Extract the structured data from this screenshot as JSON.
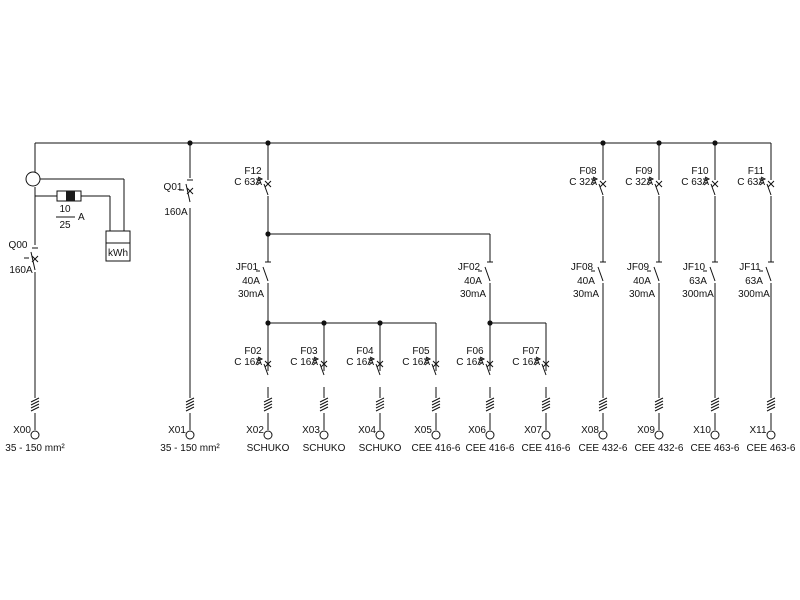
{
  "meter": {
    "fuse_top": "10",
    "fuse_bottom": "25",
    "fuse_unit": "A",
    "label": "kWh",
    "colors": {
      "fuse_body": "#1a1a1a"
    }
  },
  "breakers": [
    {
      "name": "Q00",
      "rating": "160A"
    },
    {
      "name": "Q01",
      "rating": "160A"
    }
  ],
  "rcds": [
    {
      "name": "JF01",
      "current": "40A",
      "sensitivity": "30mA"
    },
    {
      "name": "JF02",
      "current": "40A",
      "sensitivity": "30mA"
    },
    {
      "name": "JF08",
      "current": "40A",
      "sensitivity": "30mA"
    },
    {
      "name": "JF09",
      "current": "40A",
      "sensitivity": "30mA"
    },
    {
      "name": "JF10",
      "current": "63A",
      "sensitivity": "300mA"
    },
    {
      "name": "JF11",
      "current": "63A",
      "sensitivity": "300mA"
    }
  ],
  "mcbs": [
    {
      "name": "F12",
      "rating": "C 63A"
    },
    {
      "name": "F02",
      "rating": "C 16A"
    },
    {
      "name": "F03",
      "rating": "C 16A"
    },
    {
      "name": "F04",
      "rating": "C 16A"
    },
    {
      "name": "F05",
      "rating": "C 16A"
    },
    {
      "name": "F06",
      "rating": "C 16A"
    },
    {
      "name": "F07",
      "rating": "C 16A"
    },
    {
      "name": "F08",
      "rating": "C 32A"
    },
    {
      "name": "F09",
      "rating": "C 32A"
    },
    {
      "name": "F10",
      "rating": "C 63A"
    },
    {
      "name": "F11",
      "rating": "C 63A"
    }
  ],
  "outputs": [
    {
      "name": "X00",
      "desc": "35 - 150 mm²"
    },
    {
      "name": "X01",
      "desc": "35 - 150 mm²"
    },
    {
      "name": "X02",
      "desc": "SCHUKO"
    },
    {
      "name": "X03",
      "desc": "SCHUKO"
    },
    {
      "name": "X04",
      "desc": "SCHUKO"
    },
    {
      "name": "X05",
      "desc": "CEE 416-6"
    },
    {
      "name": "X06",
      "desc": "CEE 416-6"
    },
    {
      "name": "X07",
      "desc": "CEE 416-6"
    },
    {
      "name": "X08",
      "desc": "CEE 432-6"
    },
    {
      "name": "X09",
      "desc": "CEE 432-6"
    },
    {
      "name": "X10",
      "desc": "CEE 463-6"
    },
    {
      "name": "X11",
      "desc": "CEE 463-6"
    }
  ]
}
